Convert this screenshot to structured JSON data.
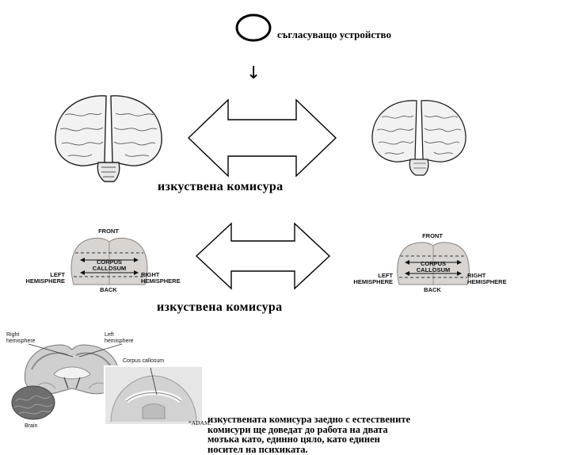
{
  "top": {
    "device_label": "съгласуващо устройство",
    "down_arrow": "↓"
  },
  "captions": {
    "commissure_1": "изкуствена комисура",
    "commissure_2": "изкуствена комисура"
  },
  "callosum_diagram": {
    "front": "FRONT",
    "back": "BACK",
    "corpus_line1": "CORPUS",
    "corpus_line2": "CALLOSUM",
    "left_line1": "LEFT",
    "left_line2": "HEMISPHERE",
    "right_line1": "RIGHT",
    "right_line2": "HEMISPHERE"
  },
  "photo": {
    "right_hemisphere_line1": "Right",
    "right_hemisphere_line2": "hemisphere",
    "left_hemisphere_line1": "Left",
    "left_hemisphere_line2": "hemisphere",
    "corpus_callosum": "Corpus callosum",
    "brain": "Brain",
    "credit": "ADAM."
  },
  "bottom_text": {
    "line1": "изкуствената комисура заедно с естествените",
    "line2": "комисури ще доведат до работа на двата",
    "line3": "мозъка като, единно цяло, като единен",
    "line4": "носител на психиката."
  },
  "colors": {
    "ink": "#000000",
    "brain_fill": "#f2f2f2",
    "diagram_fill": "#d9d4d0"
  }
}
